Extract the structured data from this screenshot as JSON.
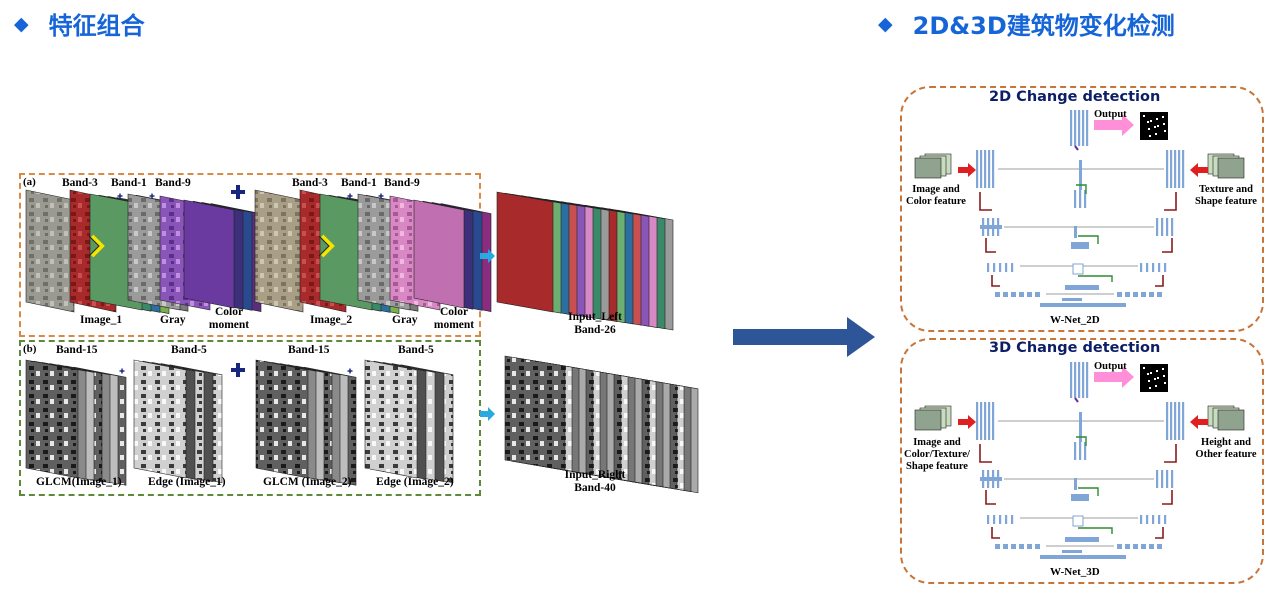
{
  "headings": {
    "left": "特征组合",
    "right": "2D&3D建筑物变化检测",
    "bullet": "◆"
  },
  "panel_a": {
    "label": "(a)",
    "band_labels": [
      "Band-3",
      "Band-1",
      "Band-9",
      "Band-3",
      "Band-1",
      "Band-9"
    ],
    "image_labels": [
      "Image_1",
      "Gray",
      "Color\nmoment",
      "Image_2",
      "Gray",
      "Color\nmoment"
    ],
    "output_label": "Input_Left\nBand-26"
  },
  "panel_b": {
    "label": "(b)",
    "band_labels": [
      "Band-15",
      "Band-5",
      "Band-15",
      "Band-5"
    ],
    "image_labels": [
      "GLCM(Image_1)",
      "Edge (Image_1)",
      "GLCM (Image_2)",
      "Edge (Image_2)"
    ],
    "output_label": "Input_Right\nBand-40"
  },
  "wnet_2d": {
    "title": "2D Change detection",
    "output_label": "Output",
    "left_input": "Image and\nColor feature",
    "right_input": "Texture and\nShape feature",
    "caption": "W-Net_2D"
  },
  "wnet_3d": {
    "title": "3D Change detection",
    "output_label": "Output",
    "left_input": "Image and\nColor/Texture/\nShape feature",
    "right_input": "Height and\nOther feature",
    "caption": "W-Net_3D"
  },
  "colors": {
    "heading": "#1565d8",
    "title": "#0c1e66",
    "arrow": "#2e5597",
    "panel_a_border": "#d98b45",
    "panel_b_border": "#5c8a3a",
    "wnet_border": "#c9753a",
    "conv_block": "#7fa6d6",
    "skip_line": "#b0b0b0",
    "down_path": "#8b1a1a",
    "up_path": "#2e8b2e"
  }
}
